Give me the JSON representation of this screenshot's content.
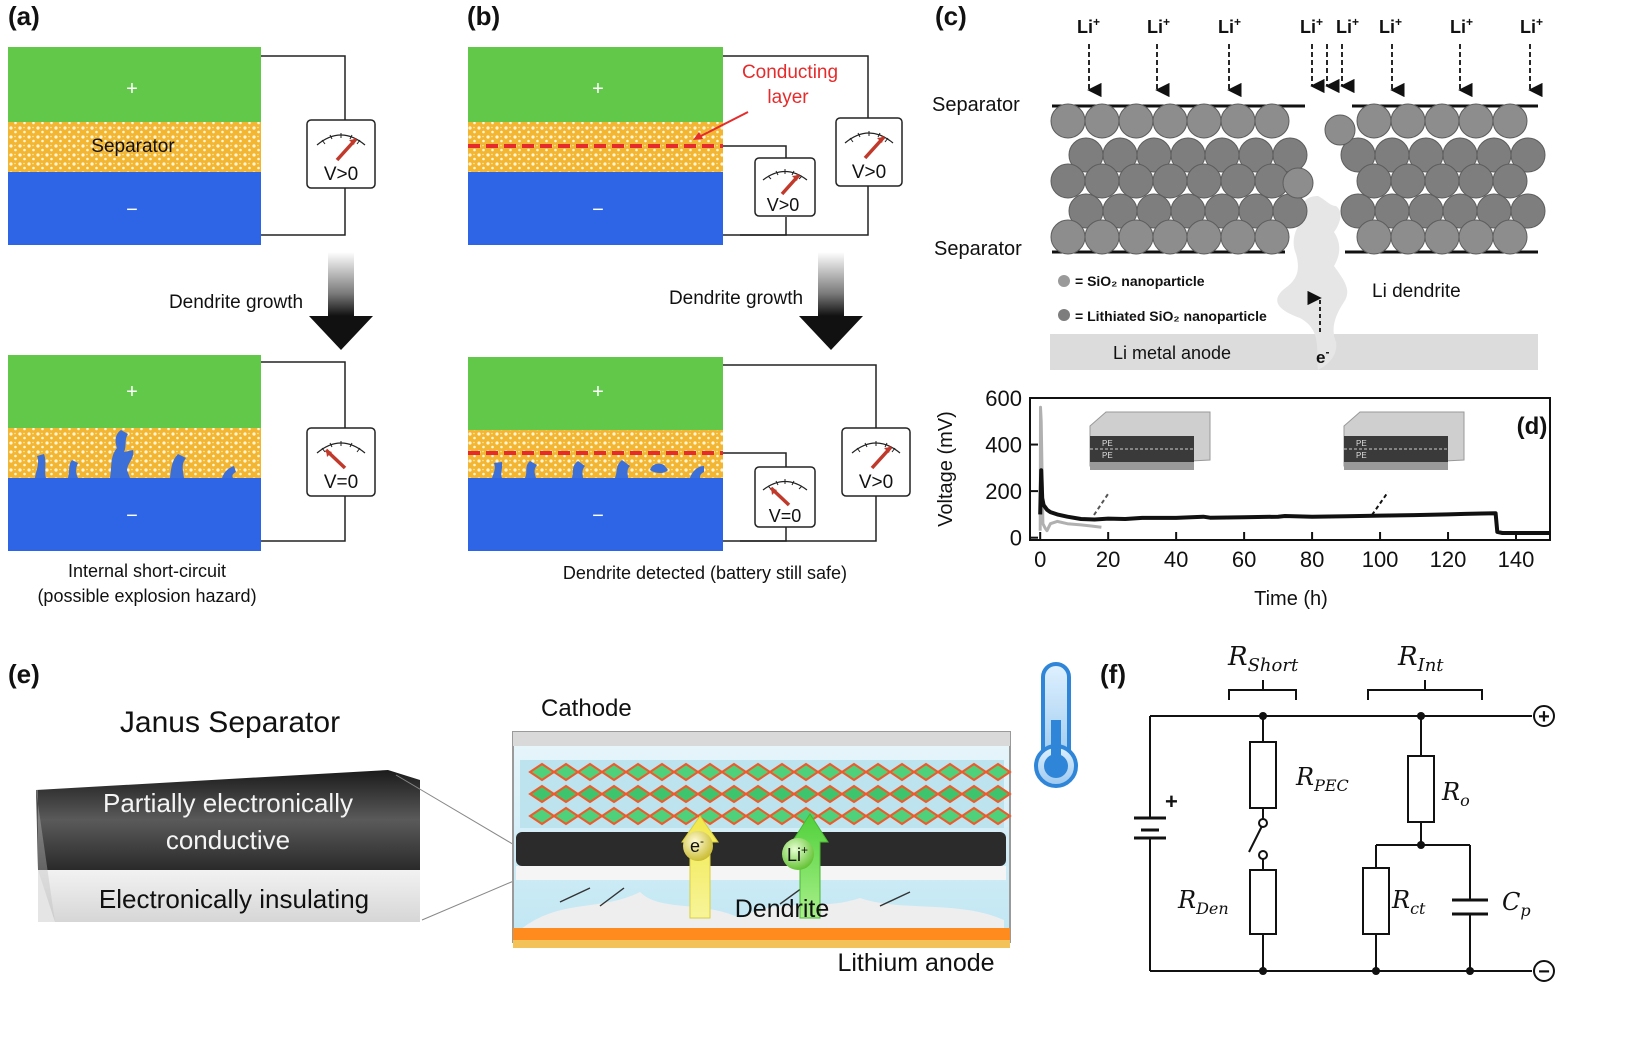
{
  "panels": {
    "a": {
      "letter": "(a)",
      "plus": "+",
      "minus": "−",
      "separator_label": "Separator",
      "meter_top": "V>0",
      "arrow_label": "Dendrite growth",
      "meter_bottom": "V=0",
      "caption_line1": "Internal short-circuit",
      "caption_line2": "(possible explosion hazard)"
    },
    "b": {
      "letter": "(b)",
      "plus": "+",
      "minus": "−",
      "conducting_line1": "Conducting",
      "conducting_line2": "layer",
      "meter_top_inner": "V>0",
      "meter_top_outer": "V>0",
      "arrow_label": "Dendrite growth",
      "meter_bottom_inner": "V=0",
      "meter_bottom_outer": "V>0",
      "caption": "Dendrite detected (battery still safe)"
    },
    "c": {
      "letter": "(c)",
      "li_ion": "Li",
      "li_sup": "+",
      "separator_top": "Separator",
      "separator_bottom": "Separator",
      "legend_1": "= SiO₂ nanoparticle",
      "legend_2": "= Lithiated SiO₂ nanoparticle",
      "dendrite_label": "Li dendrite",
      "anode_label": "Li metal anode",
      "electron": "e",
      "electron_sup": "-"
    },
    "e": {
      "letter": "(e)",
      "title": "Janus Separator",
      "layer_top_line1": "Partially electronically",
      "layer_top_line2": "conductive",
      "layer_bottom": "Electronically insulating",
      "cathode": "Cathode",
      "electron": "e",
      "electron_sup": "-",
      "li": "Li",
      "li_sup": "+",
      "dendrite": "Dendrite",
      "anode": "Lithium anode"
    },
    "f": {
      "letter": "(f)",
      "r_short": "R",
      "r_short_sub": "Short",
      "r_int": "R",
      "r_int_sub": "Int",
      "r_pec": "R",
      "r_pec_sub": "PEC",
      "r_den": "R",
      "r_den_sub": "Den",
      "r_o": "R",
      "r_o_sub": "o",
      "r_ct": "R",
      "r_ct_sub": "ct",
      "c_p": "C",
      "c_p_sub": "p",
      "plus_terminal": "+",
      "minus_terminal": "−",
      "battery_plus": "+"
    }
  },
  "chart_data": {
    "type": "line",
    "panel_letter": "(d)",
    "xlabel": "Time (h)",
    "ylabel": "Voltage (mV)",
    "xlim": [
      -3,
      150
    ],
    "ylim": [
      -10,
      600
    ],
    "xticks": [
      0,
      20,
      40,
      60,
      80,
      100,
      120,
      140
    ],
    "yticks": [
      0,
      200,
      400,
      600
    ],
    "inset_label": "PE",
    "series": [
      {
        "color": "#111111",
        "x": [
          0,
          0.3,
          0.6,
          1,
          2,
          3,
          5,
          8,
          12,
          16,
          20,
          25,
          30,
          40,
          48,
          50,
          60,
          70,
          72,
          80,
          90,
          100,
          110,
          120,
          125,
          130,
          134,
          134.5,
          136,
          150
        ],
        "y": [
          100,
          290,
          170,
          140,
          120,
          110,
          100,
          90,
          80,
          78,
          82,
          80,
          85,
          85,
          90,
          86,
          88,
          90,
          93,
          90,
          92,
          95,
          97,
          100,
          102,
          104,
          105,
          25,
          20,
          20
        ]
      },
      {
        "color": "#b0b0b0",
        "x": [
          0,
          0.1,
          0.3,
          0.8,
          1.5,
          2,
          3,
          5,
          8,
          12,
          15,
          18
        ],
        "y": [
          30,
          560,
          500,
          60,
          40,
          30,
          60,
          70,
          60,
          55,
          50,
          45
        ]
      }
    ]
  }
}
